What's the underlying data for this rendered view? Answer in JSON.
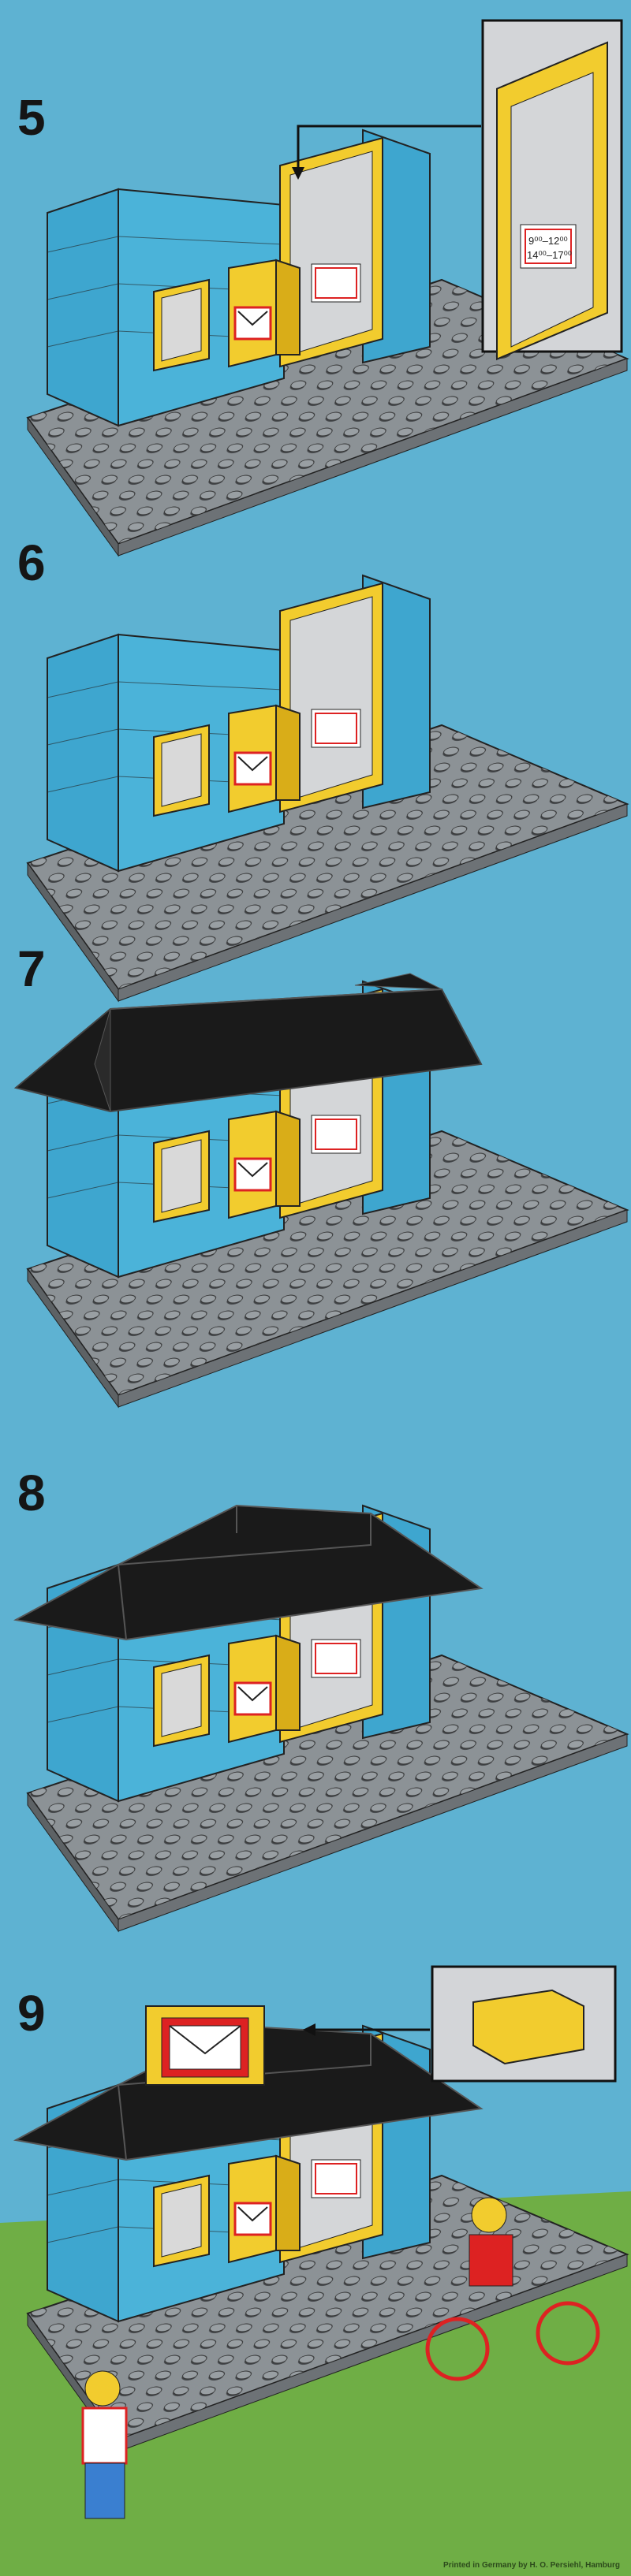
{
  "steps": [
    {
      "number": "5",
      "roof": false,
      "sign": false
    },
    {
      "number": "6",
      "roof": false,
      "sign": false
    },
    {
      "number": "7",
      "roof": "half",
      "sign": false
    },
    {
      "number": "8",
      "roof": "full",
      "sign": false
    },
    {
      "number": "9",
      "roof": "full",
      "sign": true
    }
  ],
  "door_sign": {
    "line1": "9⁰⁰–12⁰⁰",
    "line2": "14⁰⁰–17⁰⁰"
  },
  "footer": {
    "printer": "Printed in Germany by H. O. Persiehl, Hamburg"
  },
  "colors": {
    "background": "#5eb2d2",
    "wall": "#3ea6cf",
    "plate": "#8c9296",
    "door": "#f2cc2e",
    "roof": "#1a1a1a",
    "grass": "#6fae45"
  }
}
